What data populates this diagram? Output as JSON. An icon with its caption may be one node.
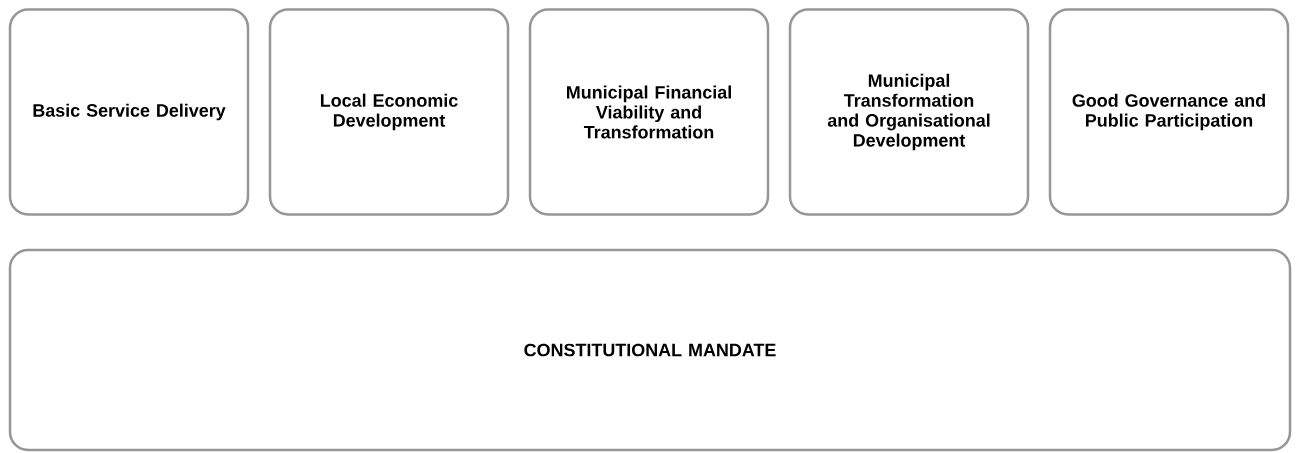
{
  "diagram": {
    "nodes": [
      {
        "text": [
          "Basic Service Delivery"
        ]
      },
      {
        "text": [
          "Local Economic Development"
        ]
      },
      {
        "text": [
          "Municipal Financial Viability and Transformation"
        ]
      },
      {
        "text": [
          "Municipal Transformation and Organisational Development"
        ]
      },
      {
        "text": [
          "Good Governance and Public Participation"
        ]
      },
      {
        "text": [
          "CONSTITUTIONAL MANDATE"
        ]
      }
    ]
  }
}
